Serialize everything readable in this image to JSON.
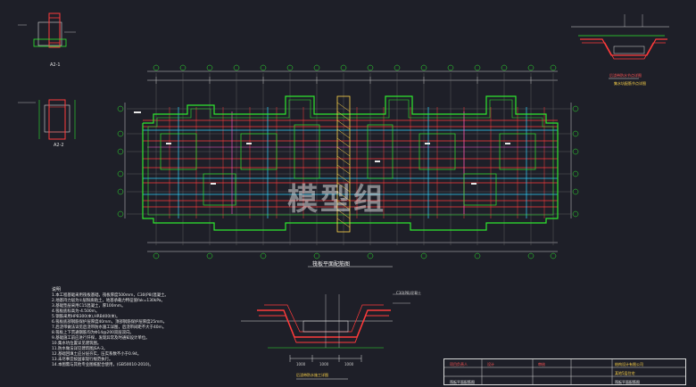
{
  "watermark": "模型组",
  "plan_caption": "筏板平面配筋图",
  "section_caption": "后浇带防水施工详图",
  "detail_caption_1": "后浇带防水节点详图",
  "detail_caption_2": "集水坑配筋节点详图",
  "section_dims": [
    "1000",
    "1000",
    "1000"
  ],
  "section_slab_label": "C30(P8)混凝土",
  "top_detail_label": "A2-1",
  "left_detail_label": "A2-2",
  "tb_left": "筏板平面配筋图",
  "tb_mid": "某地5层住宅",
  "tb_right_1": "结构设计有限公司",
  "tb_right_2": "筏板平面配筋图",
  "tb_label_a": "项目负责人",
  "tb_label_b": "设计",
  "tb_label_c": "审核",
  "notes_title": "说明",
  "notes": [
    "1.本工程基础采用筏板基础，筏板厚度500mm，C30(P8)混凝土。",
    "2.地基持力层为②层粉质粘土，地基承载力特征值fak=130kPa。",
    "3.基础垫层采用C15混凝土，厚100mm。",
    "4.筏板底标高为-4.500m。",
    "5.钢筋采用HPB300(Φ),HRB400(Φ)。",
    "6.筏板底部钢筋保护层厚度40mm，顶部钢筋保护层厚度25mm。",
    "7.后浇带做法详见后浇带防水施工详图，后浇带间距不大于40m。",
    "8.筏板上下贯通钢筋均为Φ14@200双层双向。",
    "9.基础施工前应进行钎探，发现异常及时通知设计单位。",
    "10.集水坑位置详见建筑图。",
    "11.防水做法详见建筑图JSA-3。",
    "12.基础回填土应分层夯实，压实系数不小于0.94。",
    "13.未尽事宜按国家现行规范执行。",
    "14.本图需与其他专业图纸配合使用，(GB50010-2010)。"
  ]
}
